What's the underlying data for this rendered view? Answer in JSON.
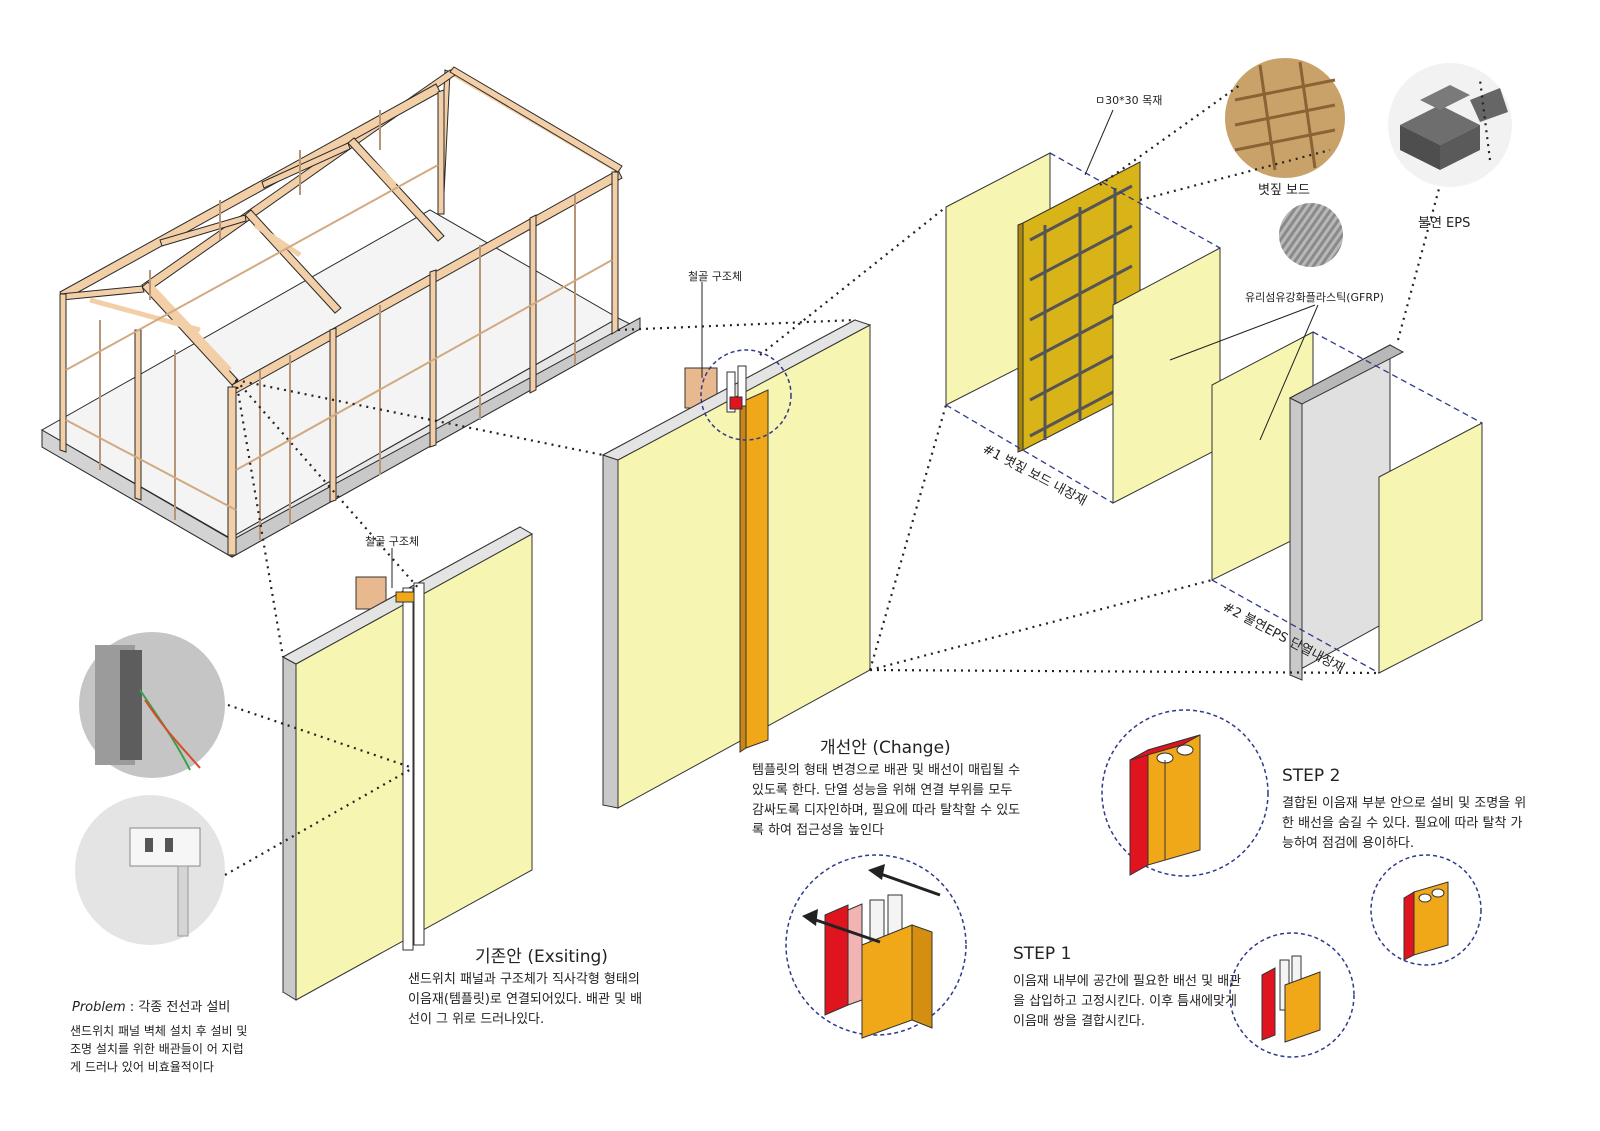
{
  "labels": {
    "steel_top": "철골 구조체",
    "steel_mid": "철골 구조체",
    "timber": "ㅁ30*30 목재",
    "straw_board": "볏짚 보드",
    "eps": "불연 EPS",
    "gfrp": "유리섬유강화플라스틱(GFRP)",
    "board1": "#1 볏짚 보드 내장재",
    "board2": "#2 불연EPS 단열내장재"
  },
  "problem": {
    "title_italic": "Problem",
    "title_rest": " : 각종 전선과 설비",
    "text": "샌드위치 패널 벽체 설치 후 설비 및 조명 설치를 위한 배관들이 어 지럽게 드러나 있어 비효율적이다"
  },
  "existing": {
    "title": "기존안 (Exsiting)",
    "text": "샌드위치 패널과 구조체가 직사각형 형태의 이음재(템플릿)로 연결되어있다. 배관 및 배선이 그 위로 드러나있다."
  },
  "change": {
    "title": "개선안 (Change)",
    "text": "템플릿의 형태 변경으로 배관 및 배선이 매립될 수 있도록 한다. 단열 성능을 위해 연결 부위를 모두 감싸도록 디자인하며, 필요에 따라 탈착할 수 있도록 하여 접근성을 높인다"
  },
  "step1": {
    "title": "STEP 1",
    "text": "이음재 내부에 공간에 필요한 배선 및 배관을 삽입하고 고정시킨다. 이후 틈새에맞게 이음매 쌍을 결합시킨다."
  },
  "step2": {
    "title": "STEP 2",
    "text": "결합된 이음재 부분 안으로 설비 및 조명을 위한 배선을 숨길 수 있다. 필요에 따라 탈착 가능하여 점검에 용이하다."
  },
  "colors": {
    "panel_yellow": "#f6f5b2",
    "timber": "#f3cfa8",
    "joint_orange": "#f0a818",
    "joint_red": "#e0141e",
    "straw_gold": "#d9b418",
    "dash_blue": "#2f3a8c"
  }
}
